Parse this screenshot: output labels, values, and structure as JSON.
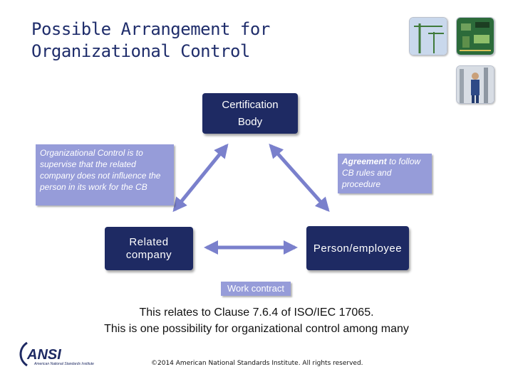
{
  "title": "Possible Arrangement for Organizational Control",
  "nodes": {
    "certification_body": {
      "line1": "Certification",
      "line2": "Body"
    },
    "related_company": {
      "line1": "Related",
      "line2": "company"
    },
    "person_employee": {
      "label": "Person/employee"
    }
  },
  "notes": {
    "left": "Organizational Control is to supervise that the related company does not influence the person in its work for the CB",
    "right_bold": "Agreement",
    "right_rest": " to follow CB rules and procedure",
    "bottom": "Work contract"
  },
  "caption": {
    "line1": "This relates to Clause 7.6.4 of ISO/IEC 17065.",
    "line2": "This is one possibility for organizational control among many"
  },
  "logo": {
    "text": "ANSI",
    "subtext": "American National Standards Institute"
  },
  "footer": "©2014 American National Standards Institute. All rights reserved.",
  "photos": [
    "crane-photo",
    "circuit-board-photo",
    "worker-photo"
  ],
  "colors": {
    "title": "#1f2d6b",
    "node": "#1e2a63",
    "note": "#969cd9",
    "arrow": "#7a80cc"
  }
}
